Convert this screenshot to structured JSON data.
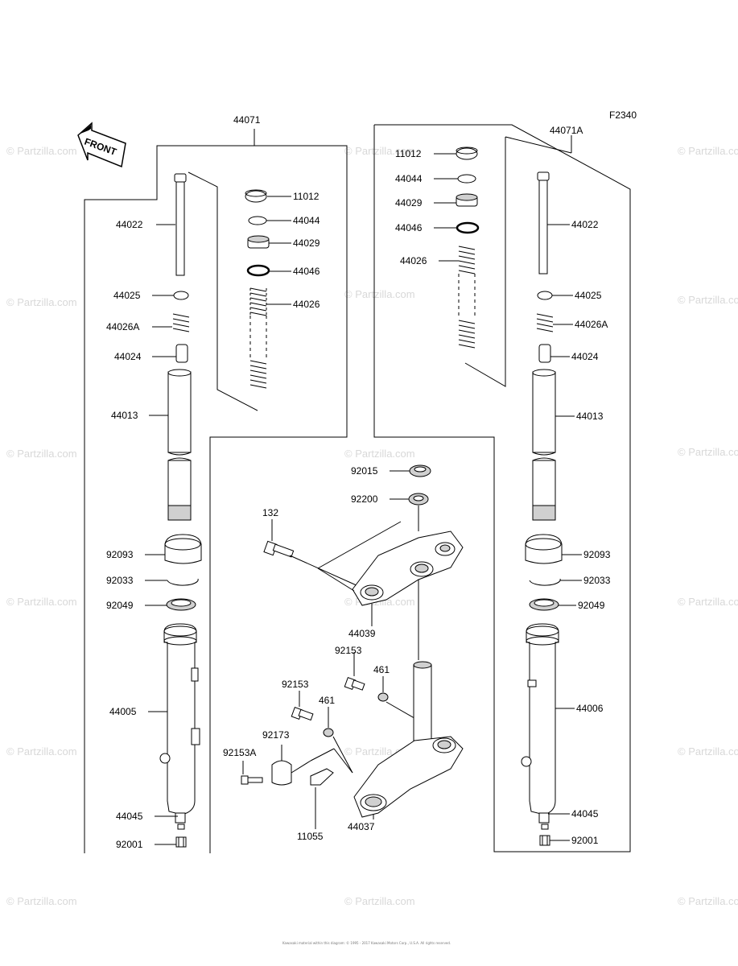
{
  "figure_code": "F2340",
  "front_label": "FRONT",
  "watermark": "© Partzilla.com",
  "copyright": "Kawasaki material within this diagram: © 1995 - 2017 Kawasaki Motors Corp., U.S.A. All rights reserved.",
  "labels": {
    "l_44071": "44071",
    "l_44022": "44022",
    "l_11012": "11012",
    "l_44044": "44044",
    "l_44029": "44029",
    "l_44046": "44046",
    "l_44025": "44025",
    "l_44026": "44026",
    "l_44026A": "44026A",
    "l_44024": "44024",
    "l_44013": "44013",
    "l_92093": "92093",
    "l_92033": "92033",
    "l_92049": "92049",
    "l_44005": "44005",
    "l_44045": "44045",
    "l_92001": "92001",
    "r_44071A": "44071A",
    "r_11012": "11012",
    "r_44044": "44044",
    "r_44029": "44029",
    "r_44046": "44046",
    "r_44026": "44026",
    "r_44022": "44022",
    "r_44025": "44025",
    "r_44026A": "44026A",
    "r_44024": "44024",
    "r_44013": "44013",
    "r_92093": "92093",
    "r_92033": "92033",
    "r_92049": "92049",
    "r_44006": "44006",
    "r_44045": "44045",
    "r_92001": "92001",
    "c_92015": "92015",
    "c_92200": "92200",
    "c_132": "132",
    "c_44039": "44039",
    "c_92153a": "92153",
    "c_461a": "461",
    "c_92153b": "92153",
    "c_461b": "461",
    "c_92173": "92173",
    "c_92153A": "92153A",
    "c_11055": "11055",
    "c_44037": "44037"
  }
}
